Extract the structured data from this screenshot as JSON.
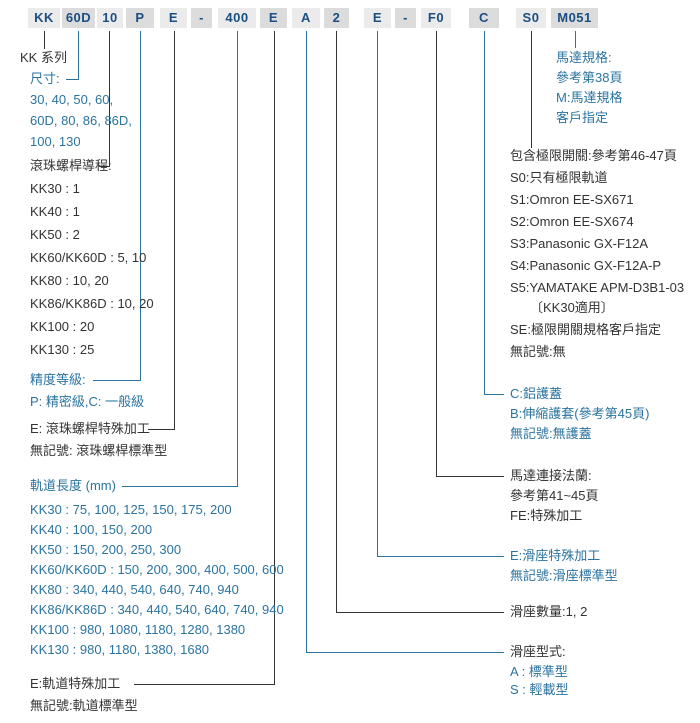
{
  "colors": {
    "accent_blue": "#2b74a0",
    "text_black": "#333333",
    "box_text_navy": "#1b4e82",
    "box_bg_light": "#ebebeb",
    "box_bg_dark": "#dcdcdc"
  },
  "part_number": [
    "KK",
    "60D",
    "10",
    "P",
    "E",
    "-",
    "400",
    "E",
    "A",
    "2",
    "E",
    "-",
    "F0",
    "C",
    "S0",
    "M051"
  ],
  "sections": {
    "series": {
      "lines": [
        "KK 系列"
      ]
    },
    "size": {
      "lines": [
        "尺寸:",
        "30, 40, 50, 60,",
        "60D, 80, 86, 86D,",
        "100, 130"
      ]
    },
    "lead": {
      "lines": [
        "滾珠螺桿導程:",
        "KK30 : 1",
        "KK40 : 1",
        "KK50 : 2",
        "KK60/KK60D : 5, 10",
        "KK80 : 10, 20",
        "KK86/KK86D : 10, 20",
        "KK100 : 20",
        "KK130 : 25"
      ]
    },
    "precision": {
      "lines": [
        "精度等級:",
        "P: 精密級,C: 一般級"
      ]
    },
    "ballscrew_special": {
      "lines": [
        "E: 滾珠螺桿特殊加工",
        "無記號: 滾珠螺桿標準型"
      ]
    },
    "track_length": {
      "lines": [
        "軌道長度 (mm)",
        "KK30 : 75, 100, 125, 150, 175, 200",
        "KK40 : 100, 150, 200",
        "KK50 : 150, 200, 250, 300",
        "KK60/KK60D : 150, 200, 300,  400,  500, 600",
        "KK80 : 340, 440, 540, 640, 740, 940",
        "KK86/KK86D : 340, 440, 540, 640, 740, 940",
        "KK100 : 980, 1080, 1180, 1280, 1380",
        "KK130 : 980, 1180, 1380, 1680"
      ]
    },
    "track_special": {
      "lines": [
        "E:軌道特殊加工",
        "無記號:軌道標準型"
      ]
    },
    "slider_type": {
      "lines": [
        "滑座型式:",
        "A : 標準型",
        "S : 輕載型"
      ]
    },
    "slider_qty": {
      "lines": [
        "滑座數量:1, 2"
      ]
    },
    "slider_special": {
      "lines": [
        "E:滑座特殊加工",
        "無記號:滑座標準型"
      ]
    },
    "motor_flange": {
      "lines": [
        "馬達連接法蘭:",
        "參考第41~45頁",
        "FE:特殊加工"
      ]
    },
    "cover": {
      "lines": [
        "C:鋁護蓋",
        "B:伸縮護套(參考第45頁)",
        "無記號:無護蓋"
      ]
    },
    "limit_switch": {
      "lines": [
        "包含極限開關:參考第46-47頁",
        "S0:只有極限軌道",
        "S1:Omron EE-SX671",
        "S2:Omron EE-SX674",
        "S3:Panasonic GX-F12A",
        "S4:Panasonic GX-F12A-P",
        "S5:YAMATAKE APM-D3B1-03",
        "〔KK30適用〕",
        "SE:極限開關規格客戶指定",
        "無記號:無"
      ]
    },
    "motor_spec": {
      "lines": [
        "馬達規格:",
        "參考第38頁",
        "M:馬達規格",
        "客戶指定"
      ]
    }
  }
}
